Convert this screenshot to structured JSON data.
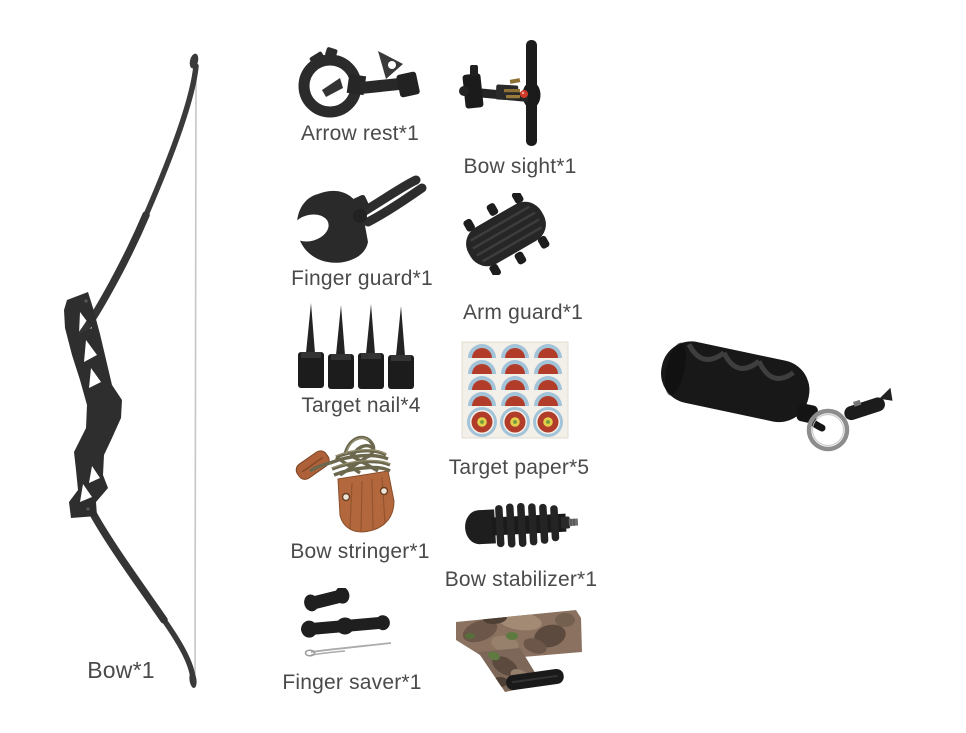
{
  "page": {
    "description": "Archery takedown recurve bow kit contents collage",
    "background": "#ffffff",
    "label_color": "#4a4a4a"
  },
  "items": [
    {
      "name": "bow",
      "label": "Bow*1",
      "quantity": 1
    },
    {
      "name": "arrow-rest",
      "label": "Arrow rest*1",
      "quantity": 1
    },
    {
      "name": "bow-sight",
      "label": "Bow sight*1",
      "quantity": 1
    },
    {
      "name": "finger-guard",
      "label": "Finger guard*1",
      "quantity": 1
    },
    {
      "name": "arm-guard",
      "label": "Arm guard*1",
      "quantity": 1
    },
    {
      "name": "target-nail",
      "label": "Target nail*4",
      "quantity": 4
    },
    {
      "name": "target-paper",
      "label": "Target paper*5",
      "quantity": 5
    },
    {
      "name": "bow-stringer",
      "label": "Bow stringer*1",
      "quantity": 1
    },
    {
      "name": "bow-stabilizer",
      "label": "Bow stabilizer*1",
      "quantity": 1
    },
    {
      "name": "finger-saver",
      "label": "Finger saver*1",
      "quantity": 1
    },
    {
      "name": "camo-quiver",
      "label": ""
    },
    {
      "name": "grip-arrow-puller",
      "label": ""
    }
  ],
  "colors": {
    "gear_black": "#222222",
    "bow_limb": "#3a3a3a",
    "bow_string": "#c6c6c6",
    "leather_brown": "#b2683c",
    "rope_olive": "#6c684e",
    "paper_background": "#f3f0e9",
    "target_ring_blue": "#a3c4d8",
    "target_red": "#b23c2a",
    "target_yellow": "#e2ce4a",
    "target_center_green": "#6e9a3e",
    "sight_pin_red": "#ce3a28",
    "brass": "#8f7136",
    "camo_brown": "#8b7260",
    "camo_green": "#5e7a40",
    "keyring_silver": "#8d8d8d"
  }
}
